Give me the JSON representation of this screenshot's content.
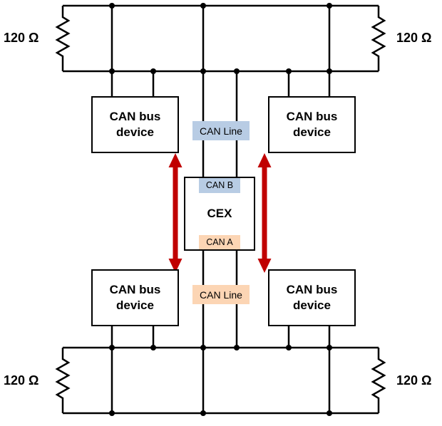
{
  "diagram": {
    "colors": {
      "line": "#000000",
      "arrow": "#c00000",
      "blue_label_bg": "#b8cce4",
      "orange_label_bg": "#fcd5b4"
    },
    "terminators": {
      "top_left": "120 Ω",
      "top_right": "120 Ω",
      "bottom_left": "120 Ω",
      "bottom_right": "120 Ω"
    },
    "devices": {
      "top_left": {
        "line1": "CAN bus",
        "line2": "device"
      },
      "top_right": {
        "line1": "CAN bus",
        "line2": "device"
      },
      "bottom_left": {
        "line1": "CAN bus",
        "line2": "device"
      },
      "bottom_right": {
        "line1": "CAN bus",
        "line2": "device"
      }
    },
    "cex": {
      "title": "CEX",
      "port_top": "CAN B",
      "port_bottom": "CAN A"
    },
    "can_lines": {
      "top": "CAN Line",
      "bottom": "CAN Line"
    }
  }
}
